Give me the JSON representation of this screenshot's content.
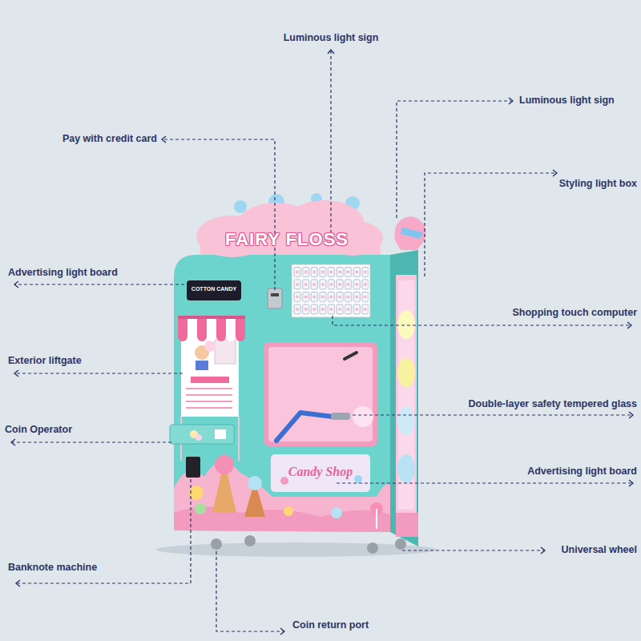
{
  "diagram": {
    "labels": [
      "Luminous light sign",
      "Pay with credit card",
      "Luminous light sign",
      "Styling light box",
      "FAIRY FLOSS",
      "Advertising light board",
      "COTTON CANDY",
      "Shopping touch computer",
      "Exterior liftgate",
      "Double-layer safety tempered glass",
      "Coin Operator",
      "Candy Shop",
      "Advertising light board",
      "Universal wheel",
      "Banknote machine",
      "Coin return port"
    ]
  }
}
